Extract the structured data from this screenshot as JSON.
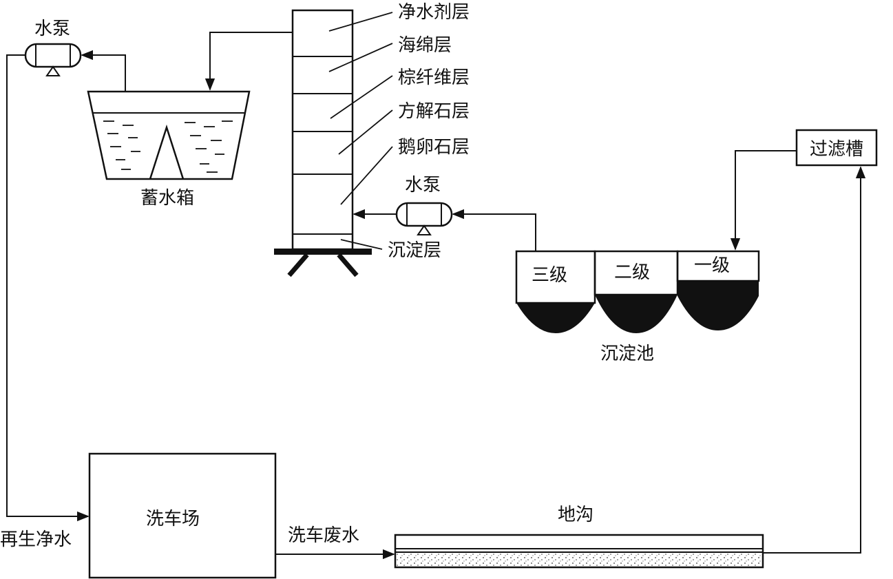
{
  "labels": {
    "layer_1": "净水剂层",
    "layer_2": "海绵层",
    "layer_3": "棕纤维层",
    "layer_4": "方解石层",
    "layer_5": "鹅卵石层",
    "layer_6": "沉淀层",
    "pump_top": "水泵",
    "pump_mid": "水泵",
    "storage_tank": "蓄水箱",
    "stage_3": "三级",
    "stage_2": "二级",
    "stage_1": "一级",
    "settling_pool": "沉淀池",
    "filter_tank": "过滤槽",
    "car_wash": "洗车场",
    "recycled_water": "再生净水",
    "wash_wastewater": "洗车废水",
    "drain_ditch": "地沟"
  }
}
